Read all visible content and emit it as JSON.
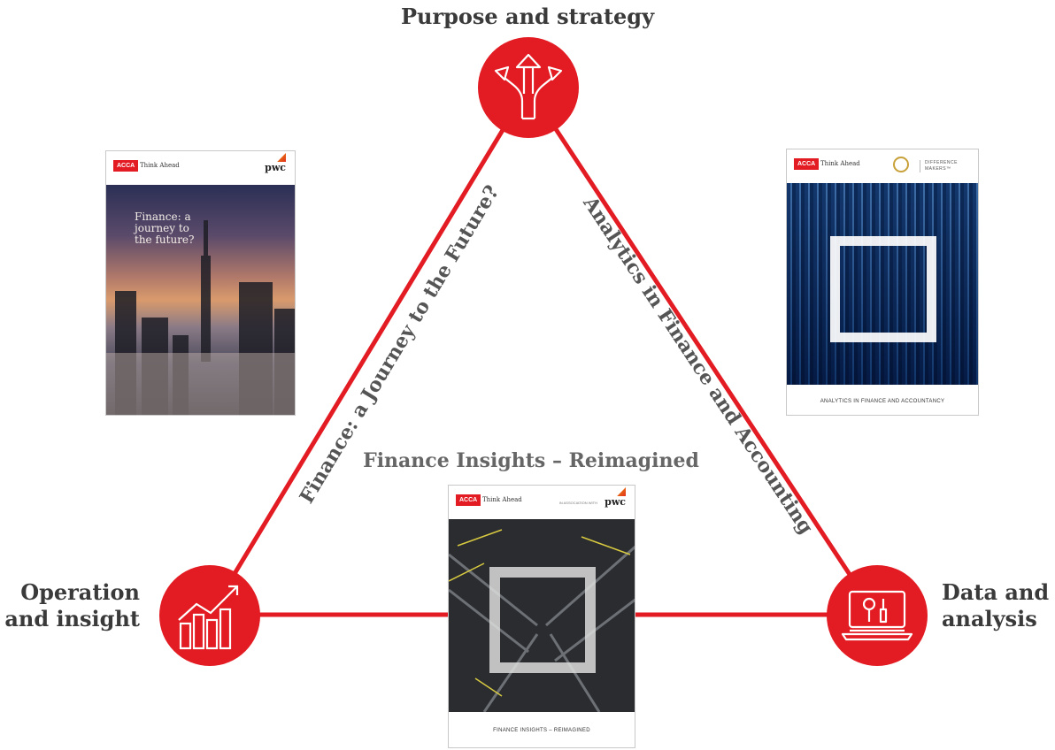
{
  "nodes": {
    "top": {
      "label": "Purpose and strategy",
      "icon": "diverging-arrows-icon"
    },
    "left": {
      "label_line1": "Operation",
      "label_line2": "and insight",
      "icon": "bar-chart-growth-icon"
    },
    "right": {
      "label_line1": "Data and",
      "label_line2": "analysis",
      "icon": "laptop-tools-icon"
    }
  },
  "edges": {
    "left": "Finance: a Journey to the Future?",
    "right": "Analytics in Finance and Accounting",
    "bottom": "Finance Insights – Reimagined"
  },
  "covers": {
    "left": {
      "brand": "ACCA",
      "tagline": "Think Ahead",
      "partner": "pwc",
      "title_line1": "Finance: a",
      "title_line2": "journey to",
      "title_line3": "the future?"
    },
    "right": {
      "brand": "ACCA",
      "tagline": "Think Ahead",
      "partner_line1": "DIFFERENCE",
      "partner_line2": "MAKERS™",
      "caption": "ANALYTICS IN FINANCE AND ACCOUNTANCY"
    },
    "bottom": {
      "brand": "ACCA",
      "tagline": "Think Ahead",
      "association": "IN ASSOCIATION WITH",
      "partner": "pwc",
      "caption": "FINANCE INSIGHTS – REIMAGINED"
    }
  },
  "colors": {
    "accent": "#e31b23",
    "text": "#3a3a3a"
  }
}
